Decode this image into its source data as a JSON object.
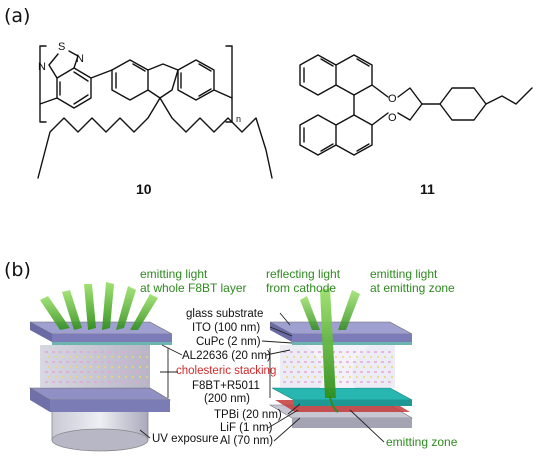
{
  "panel_a": {
    "label": "(a)",
    "polymer": {
      "compound_number": "10",
      "repeat_subscript": "n",
      "atoms": {
        "s": "S",
        "n_top": "N",
        "n_left": "N",
        "n_top_label": "N"
      }
    },
    "binaphthyl": {
      "compound_number": "11",
      "atoms": {
        "o_top": "O",
        "o_bottom": "O"
      }
    }
  },
  "panel_b": {
    "label": "(b)",
    "left_callout_line1": "emitting light",
    "left_callout_line2": "at whole F8BT layer",
    "mid_callout_line1": "reflecting light",
    "mid_callout_line2": "from cathode",
    "right_callout_line1": "emitting light",
    "right_callout_line2": "at emitting zone",
    "layers": {
      "glass": "glass substrate",
      "ito": "ITO (100 nm)",
      "cupc": "CuPc (2 nm)",
      "al22636": "AL22636 (20 nm)",
      "cholesteric": "cholesteric stacking",
      "f8bt_line1": "F8BT+R5011",
      "f8bt_line2": "(200 nm)",
      "tpbi": "TPBi (20 nm)",
      "lif": "LiF (1 nm)",
      "al": "Al (70 nm)"
    },
    "uv": "UV exposure",
    "emitting_zone": "emitting zone",
    "colors": {
      "green_text": "#2f8a1f",
      "red_text": "#d42a2a",
      "glass": "#8f8fc8",
      "cathode_teal": "#27b7b0",
      "light_green": "#6fce3c"
    }
  }
}
